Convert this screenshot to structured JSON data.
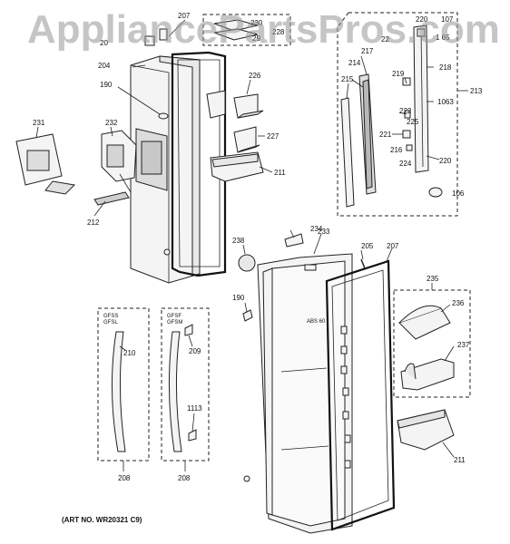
{
  "watermark": "AppliancePartsPros.com",
  "art_number": "(ART NO. WR20321 C9)",
  "door_label": "ABS 60",
  "handle_kits": {
    "left": [
      "GFSS",
      "GFSL"
    ],
    "right": [
      "GFSF",
      "GFSM"
    ]
  },
  "part_labels": {
    "p20": "20",
    "p207a": "207",
    "p230": "230",
    "p229": "29",
    "p228": "228",
    "p204": "204",
    "p190a": "190",
    "p226": "226",
    "p227": "227",
    "p211a": "211",
    "p231": "231",
    "p232": "232",
    "p212": "212",
    "p220a": "220",
    "p107": "107",
    "p165": "1 65",
    "p22": "22",
    "p217": "217",
    "p214": "214",
    "p218": "218",
    "p215": "215",
    "p219": "219",
    "p213": "213",
    "p222": "222",
    "p1063": "1063",
    "p225": "225",
    "p221": "221",
    "p216": "216",
    "p224": "224",
    "p220b": "220",
    "p106": "106",
    "p234": "234",
    "p238": "238",
    "p233": "233",
    "p205": "205",
    "p207b": "207",
    "p235": "235",
    "p190b": "190",
    "p236": "236",
    "p210": "210",
    "p209": "209",
    "p237": "237",
    "p1113": "1113",
    "p211b": "211",
    "p208a": "208",
    "p208b": "208"
  }
}
